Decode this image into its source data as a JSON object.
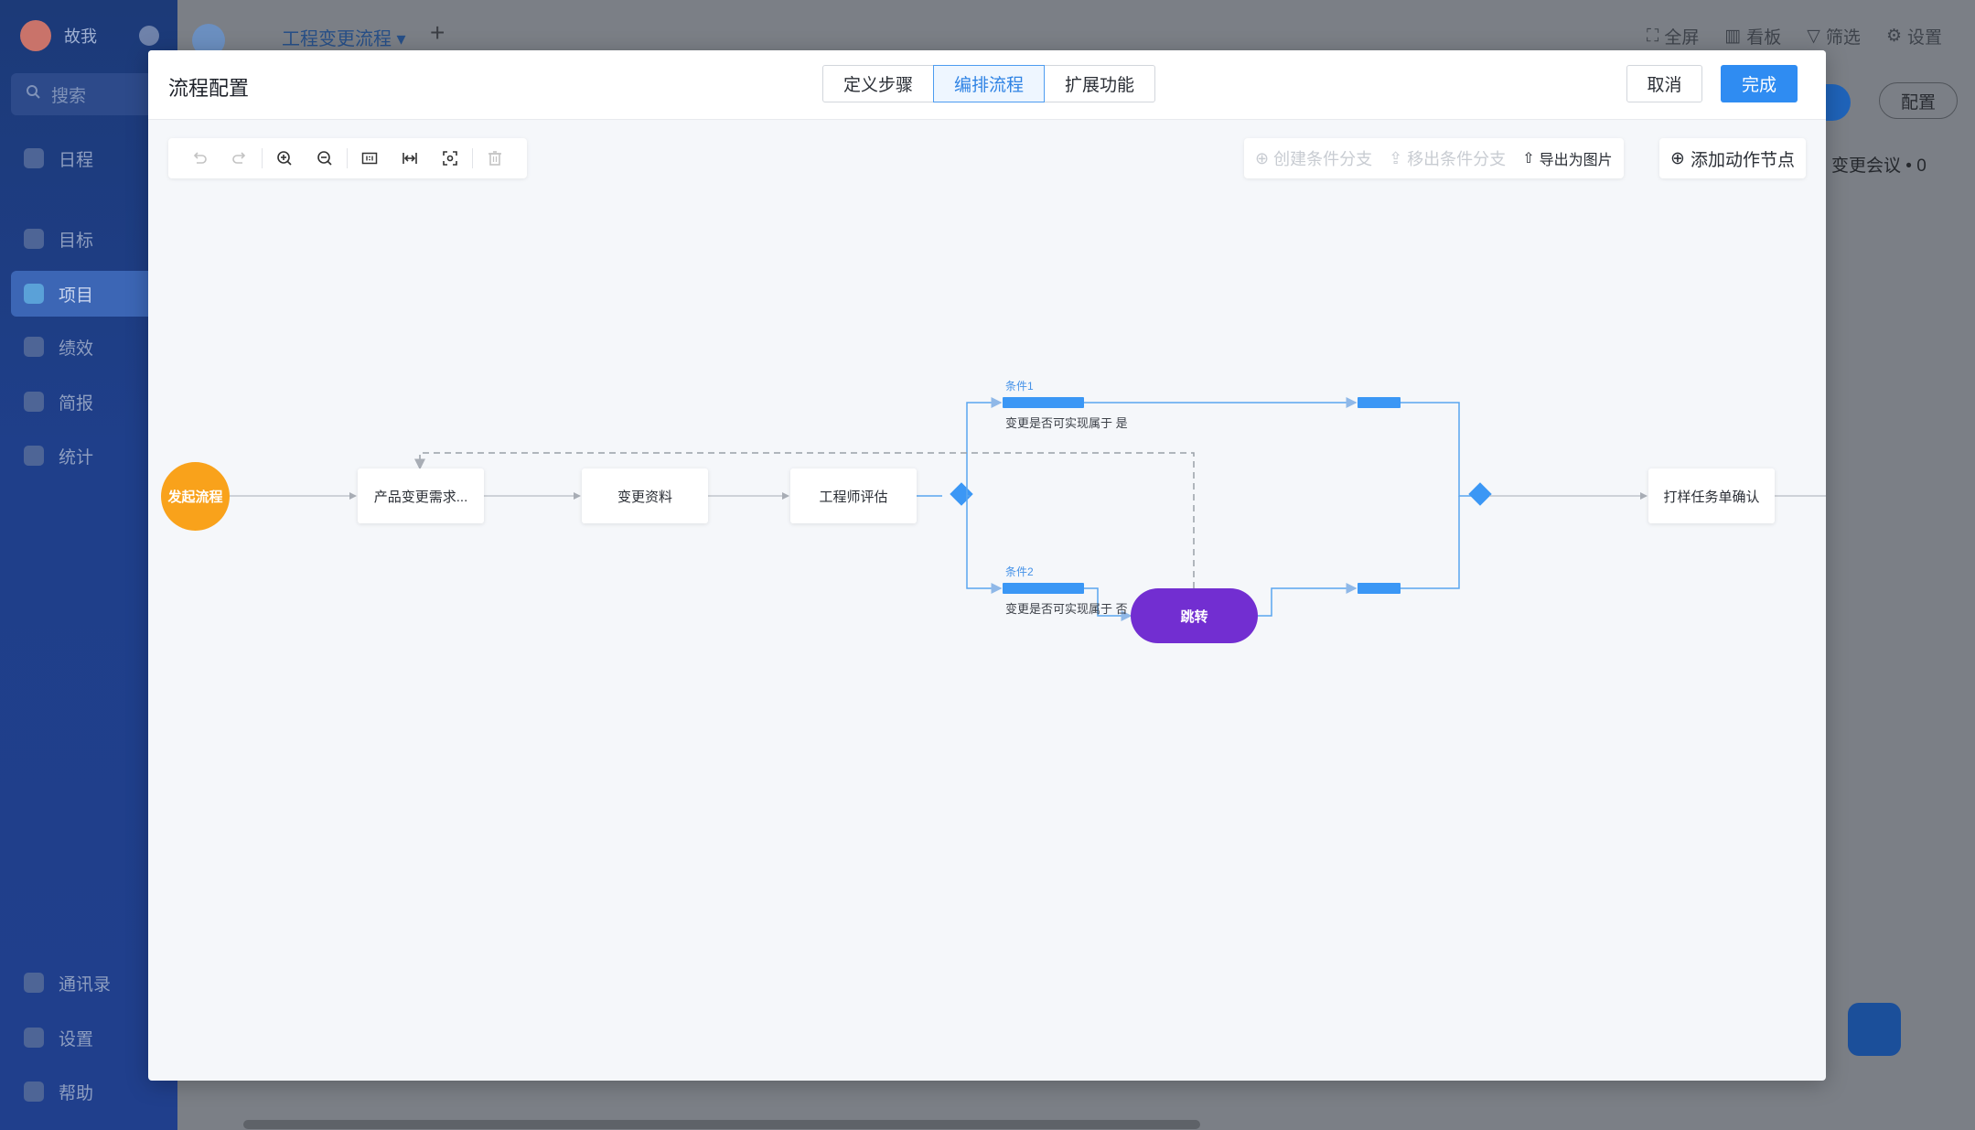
{
  "sidebar": {
    "user_name": "故我",
    "search_placeholder": "搜索",
    "items": [
      {
        "label": "日程"
      },
      {
        "label": "目标"
      },
      {
        "label": "项目"
      },
      {
        "label": "绩效"
      },
      {
        "label": "简报"
      },
      {
        "label": "统计"
      }
    ],
    "bottom_items": [
      {
        "label": "通讯录"
      },
      {
        "label": "设置"
      },
      {
        "label": "帮助"
      }
    ]
  },
  "topbar": {
    "project_title": "工程变更流程",
    "add_tab": "+",
    "tools": {
      "fullscreen": "全屏",
      "board": "看板",
      "filter": "筛选",
      "settings": "设置"
    }
  },
  "background": {
    "config_button": "配置",
    "meeting_label": "变更会议",
    "meeting_count": "• 0"
  },
  "modal": {
    "title": "流程配置",
    "tabs": [
      {
        "label": "定义步骤",
        "active": false
      },
      {
        "label": "编排流程",
        "active": true
      },
      {
        "label": "扩展功能",
        "active": false
      }
    ],
    "cancel_label": "取消",
    "done_label": "完成",
    "toolbar_right": {
      "create_branch": "创建条件分支",
      "remove_branch": "移出条件分支",
      "export_image": "导出为图片"
    },
    "add_action_node": "添加动作节点"
  },
  "flow": {
    "start": "发起流程",
    "nodes": [
      "产品变更需求...",
      "变更资料",
      "工程师评估"
    ],
    "condition1": {
      "label": "条件1",
      "text": "变更是否可实现属于 是"
    },
    "condition2": {
      "label": "条件2",
      "text": "变更是否可实现属于 否"
    },
    "jump": "跳转",
    "end_node": "打样任务单确认"
  },
  "colors": {
    "primary": "#2f8cf2",
    "start": "#f9a21b",
    "jump": "#722ed1",
    "edge": "#5aa6f0"
  }
}
